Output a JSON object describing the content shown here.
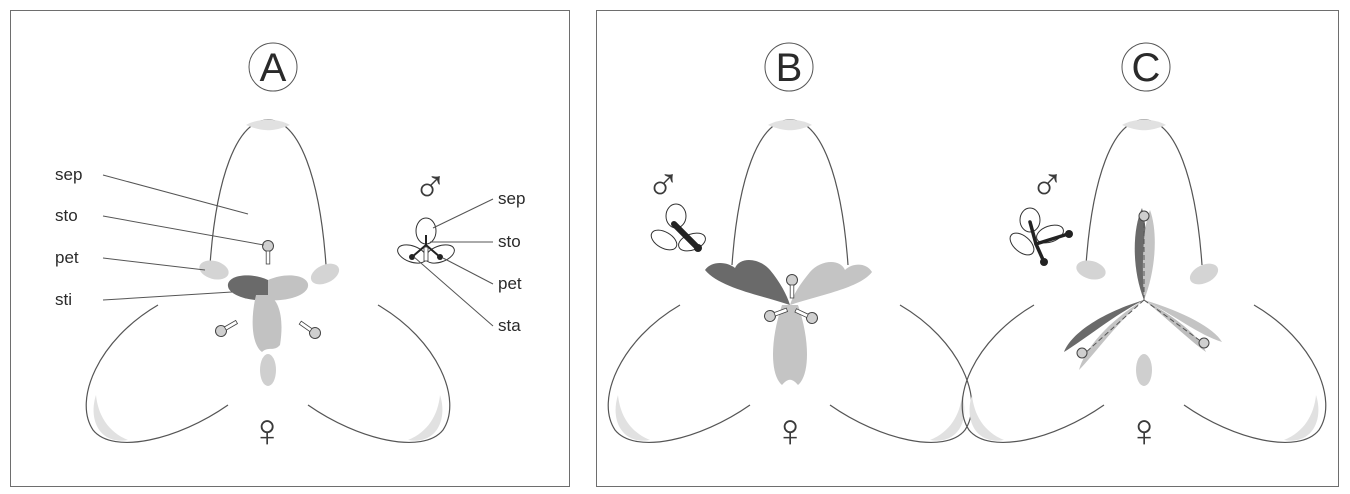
{
  "panels": [
    {
      "letter": "A",
      "male_symbol": "♂",
      "female_symbol": "♀",
      "left_labels": [
        "sep",
        "sto",
        "pet",
        "sti"
      ],
      "right_labels": [
        "sep",
        "sto",
        "pet",
        "sta"
      ]
    },
    {
      "letter": "B",
      "male_symbol": "♂",
      "female_symbol": "♀"
    },
    {
      "letter": "C",
      "male_symbol": "♂",
      "female_symbol": "♀"
    }
  ],
  "colors": {
    "frame": "#6e6e6e",
    "sepal_outline": "#555555",
    "sepal_shadow": "#e1e1e1",
    "petal_light": "#c8c8c8",
    "stigma_dark": "#6a6a6a",
    "stigma_light": "#bdbdbd",
    "stamen_dark": "#2b2b2b",
    "leader_line": "#555555"
  }
}
